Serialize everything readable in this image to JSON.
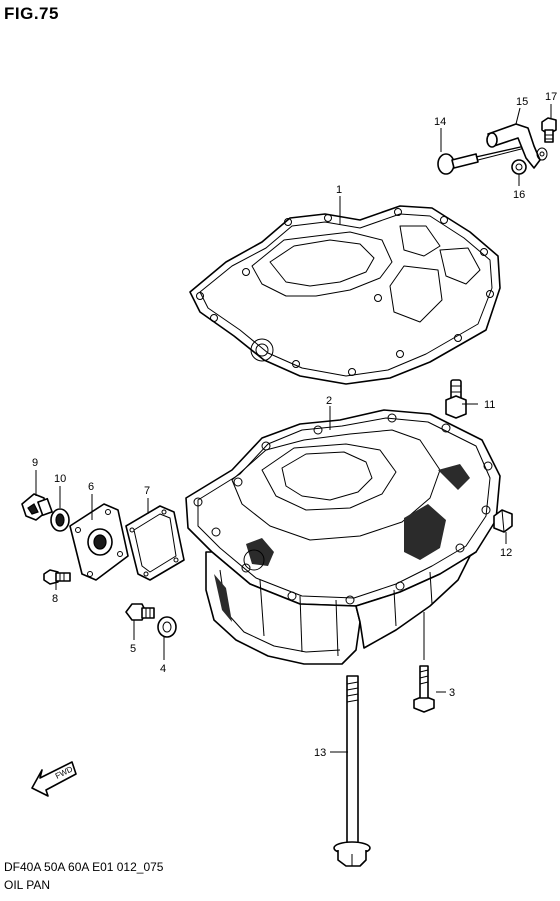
{
  "figure": {
    "title": "FIG.75",
    "model_code": "DF40A 50A 60A E01 012_075",
    "section_name": "OIL PAN"
  },
  "fwd_marker": "FWD",
  "callouts": {
    "c1": "1",
    "c2": "2",
    "c3": "3",
    "c4": "4",
    "c5": "5",
    "c6": "6",
    "c7": "7",
    "c8": "8",
    "c9": "9",
    "c10": "10",
    "c11": "11",
    "c12": "12",
    "c13": "13",
    "c14": "14",
    "c15": "15",
    "c16": "16",
    "c17": "17"
  }
}
